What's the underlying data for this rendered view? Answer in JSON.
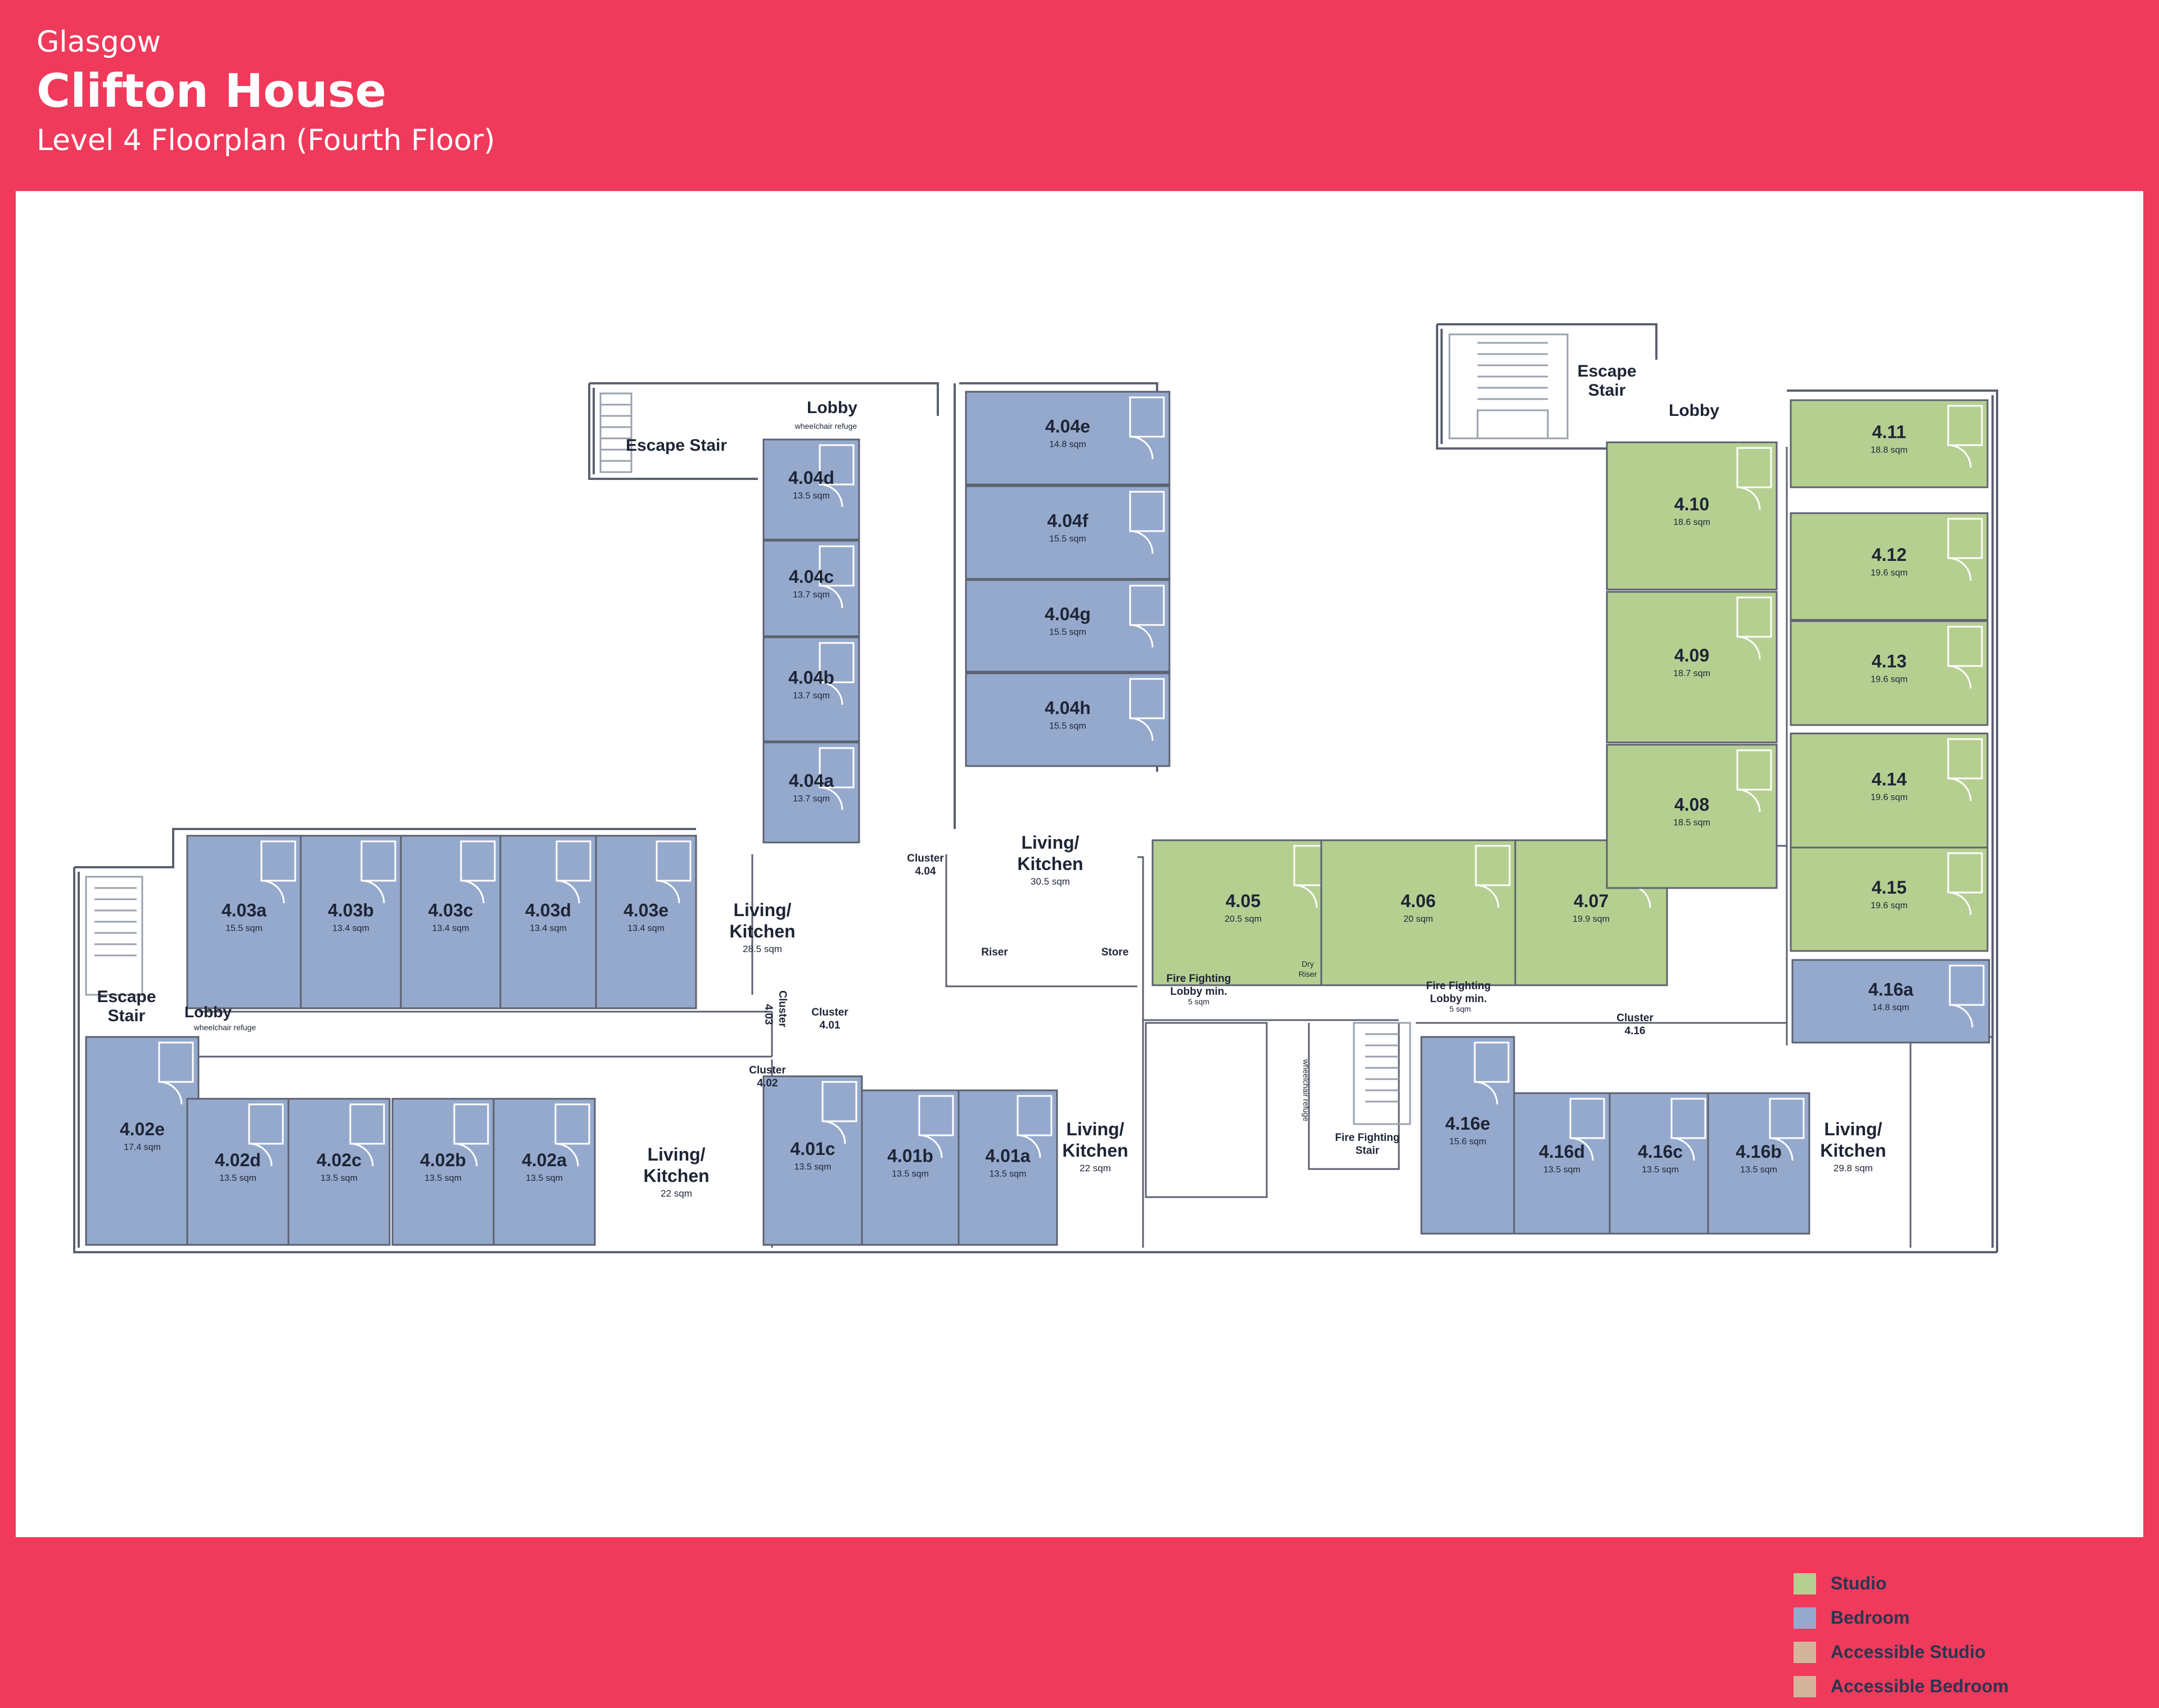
{
  "header": {
    "city": "Glasgow",
    "building": "Clifton House",
    "subtitle": "Level 4 Floorplan (Fourth Floor)"
  },
  "colors": {
    "accent": "#ef3a5c",
    "studio": "#b5cf91",
    "bedroom": "#95a9cd",
    "accessible_studio": "#d3b59b",
    "accessible_bedroom": "#d3b59b"
  },
  "rooms": [
    {
      "id": "4.04d",
      "type": "bedroom",
      "area": "13.5 sqm"
    },
    {
      "id": "4.04c",
      "type": "bedroom",
      "area": "13.7 sqm"
    },
    {
      "id": "4.04b",
      "type": "bedroom",
      "area": "13.7 sqm"
    },
    {
      "id": "4.04a",
      "type": "bedroom",
      "area": "13.7 sqm"
    },
    {
      "id": "4.04e",
      "type": "bedroom",
      "area": "14.8 sqm"
    },
    {
      "id": "4.04f",
      "type": "bedroom",
      "area": "15.5 sqm"
    },
    {
      "id": "4.04g",
      "type": "bedroom",
      "area": "15.5 sqm"
    },
    {
      "id": "4.04h",
      "type": "bedroom",
      "area": "15.5 sqm"
    },
    {
      "id": "4.03a",
      "type": "bedroom",
      "area": "15.5 sqm"
    },
    {
      "id": "4.03b",
      "type": "bedroom",
      "area": "13.4 sqm"
    },
    {
      "id": "4.03c",
      "type": "bedroom",
      "area": "13.4 sqm"
    },
    {
      "id": "4.03d",
      "type": "bedroom",
      "area": "13.4 sqm"
    },
    {
      "id": "4.03e",
      "type": "bedroom",
      "area": "13.4 sqm"
    },
    {
      "id": "4.02e",
      "type": "bedroom",
      "area": "17.4 sqm"
    },
    {
      "id": "4.02d",
      "type": "bedroom",
      "area": "13.5 sqm"
    },
    {
      "id": "4.02c",
      "type": "bedroom",
      "area": "13.5 sqm"
    },
    {
      "id": "4.02b",
      "type": "bedroom",
      "area": "13.5 sqm"
    },
    {
      "id": "4.02a",
      "type": "bedroom",
      "area": "13.5 sqm"
    },
    {
      "id": "4.01c",
      "type": "bedroom",
      "area": "13.5 sqm"
    },
    {
      "id": "4.01b",
      "type": "bedroom",
      "area": "13.5 sqm"
    },
    {
      "id": "4.01a",
      "type": "bedroom",
      "area": "13.5 sqm"
    },
    {
      "id": "4.05",
      "type": "studio",
      "area": "20.5 sqm"
    },
    {
      "id": "4.06",
      "type": "studio",
      "area": "20 sqm"
    },
    {
      "id": "4.07",
      "type": "studio",
      "area": "19.9 sqm"
    },
    {
      "id": "4.08",
      "type": "studio",
      "area": "18.5 sqm"
    },
    {
      "id": "4.09",
      "type": "studio",
      "area": "18.7 sqm"
    },
    {
      "id": "4.10",
      "type": "studio",
      "area": "18.6 sqm"
    },
    {
      "id": "4.11",
      "type": "studio",
      "area": "18.8 sqm"
    },
    {
      "id": "4.12",
      "type": "studio",
      "area": "19.6 sqm"
    },
    {
      "id": "4.13",
      "type": "studio",
      "area": "19.6 sqm"
    },
    {
      "id": "4.14",
      "type": "studio",
      "area": "19.6 sqm"
    },
    {
      "id": "4.15",
      "type": "studio",
      "area": "19.6 sqm"
    },
    {
      "id": "4.16a",
      "type": "bedroom",
      "area": "14.8 sqm"
    },
    {
      "id": "4.16e",
      "type": "bedroom",
      "area": "15.6 sqm"
    },
    {
      "id": "4.16d",
      "type": "bedroom",
      "area": "13.5 sqm"
    },
    {
      "id": "4.16c",
      "type": "bedroom",
      "area": "13.5 sqm"
    },
    {
      "id": "4.16b",
      "type": "bedroom",
      "area": "13.5 sqm"
    }
  ],
  "kitchens": [
    {
      "lines": [
        "Living/",
        "Kitchen"
      ],
      "area": "28.5 sqm"
    },
    {
      "lines": [
        "Living/",
        "Kitchen"
      ],
      "area": "30.5 sqm"
    },
    {
      "lines": [
        "Living/",
        "Kitchen"
      ],
      "area": "22 sqm"
    },
    {
      "lines": [
        "Living/",
        "Kitchen"
      ],
      "area": "22 sqm"
    },
    {
      "lines": [
        "Living/",
        "Kitchen"
      ],
      "area": "29.8 sqm"
    }
  ],
  "labels": [
    {
      "lines": [
        "Lobby"
      ],
      "style": "big"
    },
    {
      "lines": [
        "Escape Stair"
      ],
      "style": "big"
    },
    {
      "lines": [
        "Escape",
        "Stair"
      ],
      "style": "big"
    },
    {
      "lines": [
        "Lobby"
      ],
      "style": "big"
    },
    {
      "lines": [
        "Escape",
        "Stair"
      ],
      "style": "big"
    },
    {
      "lines": [
        "Lobby"
      ],
      "style": "mid"
    },
    {
      "lines": [
        "Cluster",
        "4.04"
      ],
      "style": "small"
    },
    {
      "lines": [
        "Cluster",
        "4.01"
      ],
      "style": "small"
    },
    {
      "lines": [
        "Cluster",
        "4.02"
      ],
      "style": "small"
    },
    {
      "lines": [
        "Cluster",
        "4.16"
      ],
      "style": "small"
    },
    {
      "lines": [
        "Riser"
      ],
      "style": "small"
    },
    {
      "lines": [
        "Store"
      ],
      "style": "small"
    },
    {
      "lines": [
        "Dry",
        "Riser"
      ],
      "style": "tiny"
    },
    {
      "lines": [
        "Fire Fighting",
        "Lobby min."
      ],
      "style": "small"
    },
    {
      "lines": [
        "5 sqm"
      ],
      "style": "tiny"
    },
    {
      "lines": [
        "Fire Fighting",
        "Lobby min."
      ],
      "style": "small"
    },
    {
      "lines": [
        "5 sqm"
      ],
      "style": "tiny"
    },
    {
      "lines": [
        "Fire Fighting",
        "Stair"
      ],
      "style": "small"
    },
    {
      "lines": [
        "wheelchair refuge"
      ],
      "style": "tiny"
    },
    {
      "lines": [
        "wheelchair refuge"
      ],
      "style": "tiny"
    }
  ],
  "rotated_labels": [
    {
      "text": "Cluster"
    },
    {
      "text": "4.03"
    },
    {
      "text": "wheelchair refuge"
    }
  ],
  "legend": [
    {
      "label": "Studio",
      "key": "studio"
    },
    {
      "label": "Bedroom",
      "key": "bedroom"
    },
    {
      "label": "Accessible Studio",
      "key": "accessible_studio"
    },
    {
      "label": "Accessible Bedroom",
      "key": "accessible_bedroom"
    }
  ]
}
